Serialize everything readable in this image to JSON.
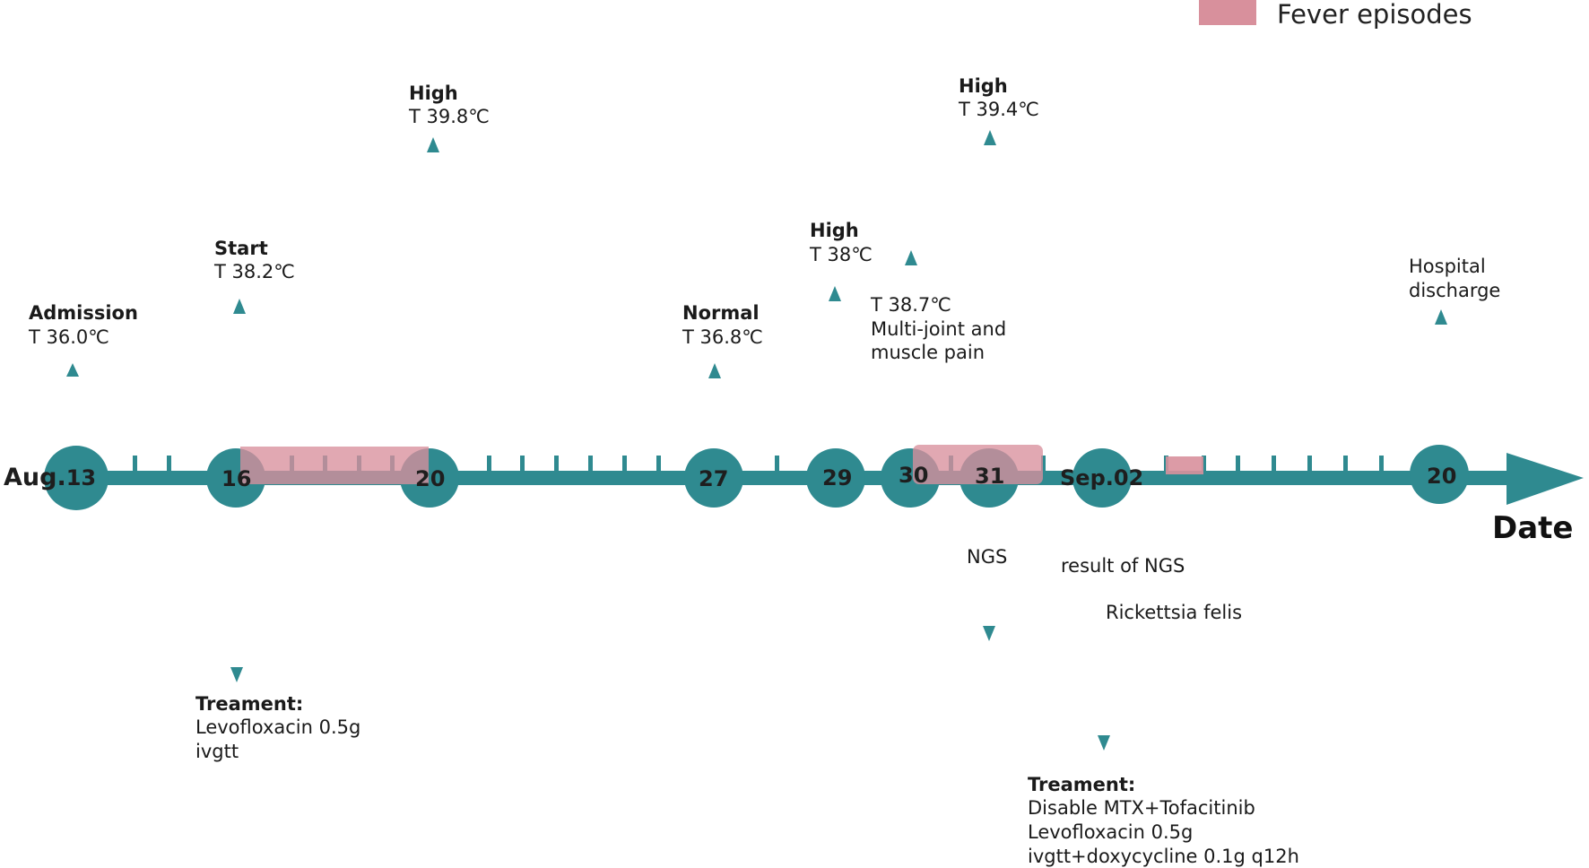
{
  "legend": {
    "label": "Fever episodes",
    "color": "#d8909c"
  },
  "colors": {
    "teal": "#2f8a90",
    "tick": "#2f8a90",
    "fever": "#d8909c"
  },
  "axis": {
    "date_label": "Date"
  },
  "nodes": [
    {
      "id": "aug13",
      "parts": [
        "Aug.",
        "13"
      ]
    },
    {
      "id": "n16",
      "parts": [
        "16"
      ]
    },
    {
      "id": "n20a",
      "parts": [
        "20"
      ]
    },
    {
      "id": "n27",
      "parts": [
        "27"
      ]
    },
    {
      "id": "n29",
      "parts": [
        "29"
      ]
    },
    {
      "id": "n30",
      "parts": [
        "30"
      ]
    },
    {
      "id": "n31",
      "parts": [
        "31"
      ]
    },
    {
      "id": "sep02",
      "parts": [
        "Sep.02"
      ]
    },
    {
      "id": "n20b",
      "parts": [
        "20"
      ]
    }
  ],
  "events_above": [
    {
      "id": "admission",
      "title": "Admission",
      "lines": [
        "T 36.0℃"
      ]
    },
    {
      "id": "start",
      "title": "Start",
      "lines": [
        "T 38.2℃"
      ]
    },
    {
      "id": "high1",
      "title": "High",
      "lines": [
        "T 39.8℃"
      ]
    },
    {
      "id": "normal",
      "title": "Normal",
      "lines": [
        "T 36.8℃"
      ]
    },
    {
      "id": "high2",
      "title": "High",
      "lines": [
        "T 38℃"
      ]
    },
    {
      "id": "pain",
      "title": "",
      "lines": [
        "T 38.7℃",
        "Multi-joint and",
        "muscle pain"
      ]
    },
    {
      "id": "high3",
      "title": "High",
      "lines": [
        "T 39.4℃"
      ]
    },
    {
      "id": "discharge",
      "title": "",
      "lines": [
        "Hospital",
        "discharge"
      ]
    }
  ],
  "events_below": [
    {
      "id": "treatment1",
      "title": "Treament:",
      "lines": [
        "Levofloxacin 0.5g",
        "ivgtt"
      ]
    },
    {
      "id": "ngs",
      "title": "",
      "lines": [
        "NGS"
      ]
    },
    {
      "id": "ngs_result",
      "title": "",
      "lines": [
        "result of NGS"
      ]
    },
    {
      "id": "rickettsia",
      "title": "",
      "lines": [
        "Rickettsia felis"
      ]
    },
    {
      "id": "treatment2",
      "title": "Treament:",
      "lines": [
        "Disable MTX+Tofacitinib",
        "Levofloxacin 0.5g",
        "ivgtt+doxycycline 0.1g q12h"
      ]
    }
  ]
}
